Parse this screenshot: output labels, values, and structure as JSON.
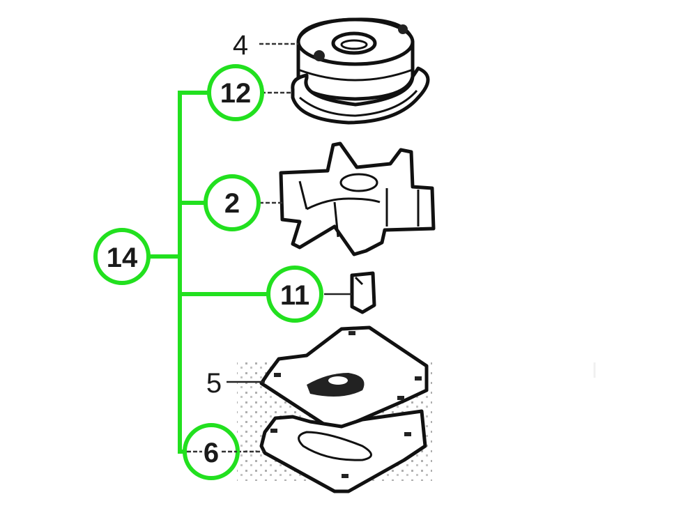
{
  "diagram": {
    "type": "exploded-parts-diagram",
    "subject": "water pump impeller assembly",
    "highlight_color": "#22e01f",
    "background_color": "#ffffff",
    "line_color": "#111111",
    "kit_callout": {
      "number": "14",
      "circled": true
    },
    "parts": [
      {
        "number": "4",
        "description": "pump housing",
        "circled": false
      },
      {
        "number": "12",
        "description": "housing gasket / o-ring",
        "circled": true
      },
      {
        "number": "2",
        "description": "impeller",
        "circled": true
      },
      {
        "number": "11",
        "description": "impeller key",
        "circled": true
      },
      {
        "number": "5",
        "description": "wear plate",
        "circled": false
      },
      {
        "number": "6",
        "description": "gasket",
        "circled": true
      }
    ],
    "kit_members": [
      "12",
      "2",
      "11",
      "6"
    ]
  }
}
